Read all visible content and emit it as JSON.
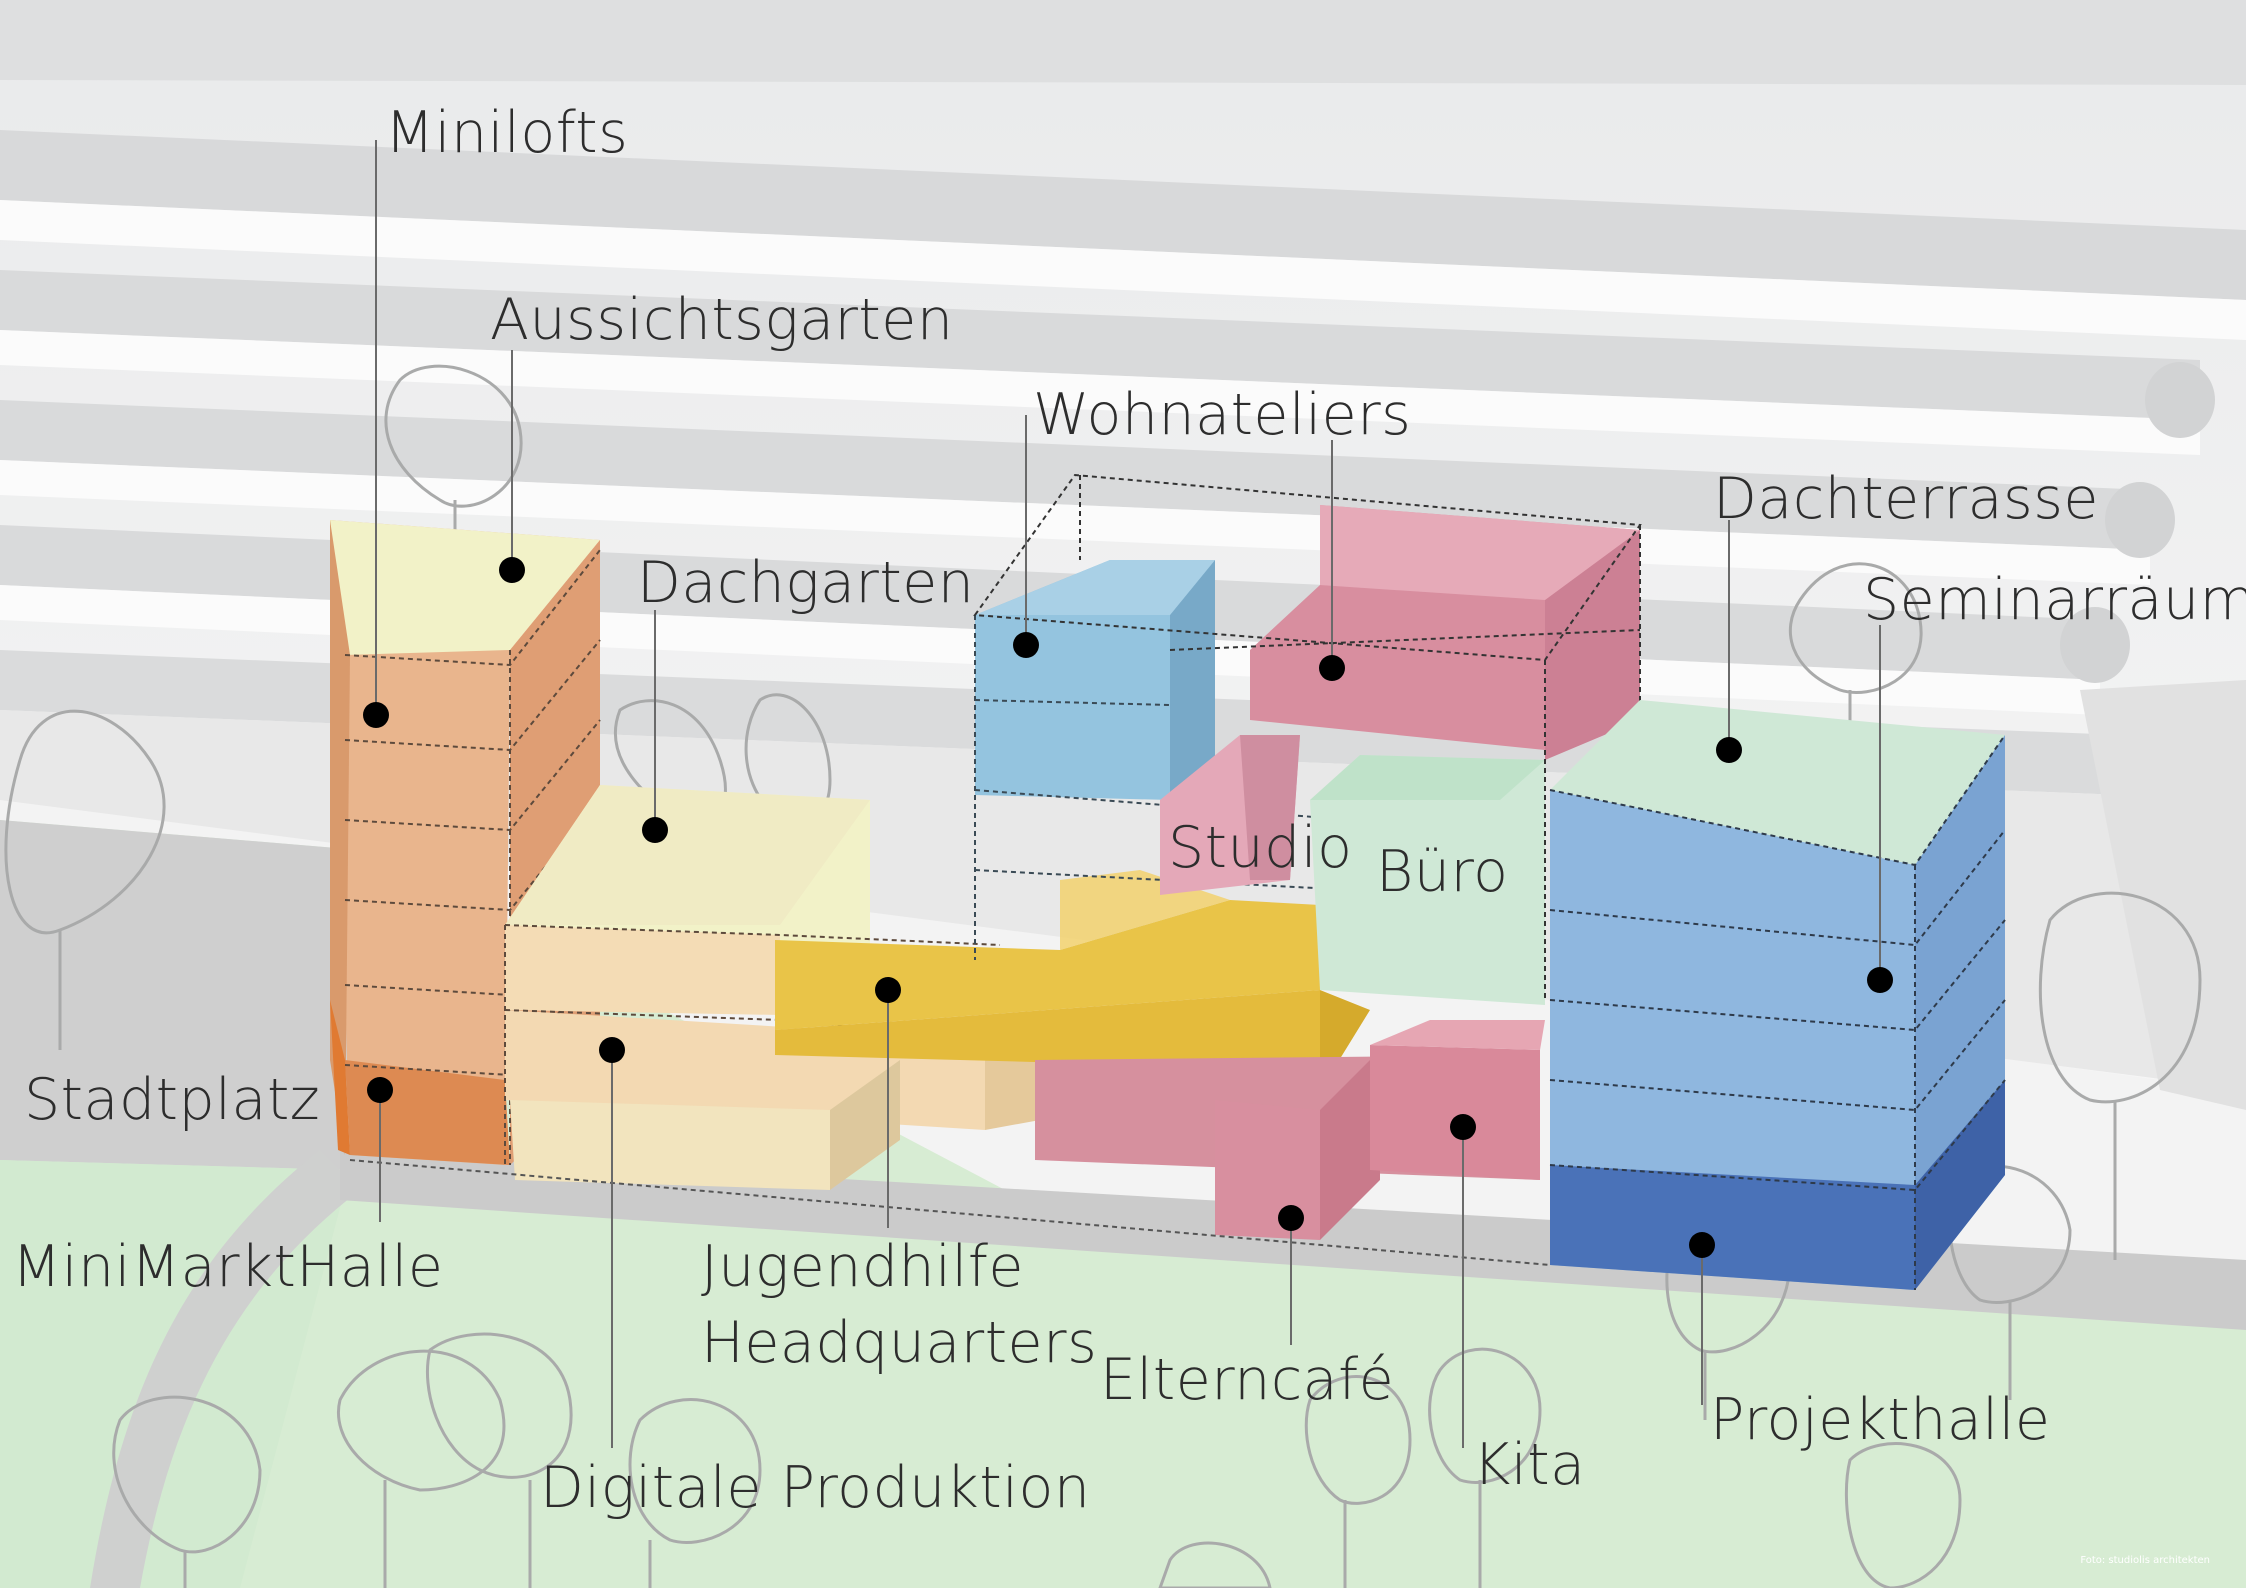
{
  "labels": {
    "minilofts": "Minilofts",
    "aussichtsgarten": "Aussichtsgarten",
    "wohnateliers": "Wohnateliers",
    "dachgarten": "Dachgarten",
    "dachterrasse": "Dachterrasse",
    "seminarraeume": "Seminarräume",
    "studio": "Studio",
    "buero": "Büro",
    "stadtplatz": "Stadtplatz",
    "minimarkthalle": "MiniMarktHalle",
    "jugendhilfe_line1": "Jugendhilfe",
    "jugendhilfe_line2": "Headquarters",
    "elterncafe": "Elterncafé",
    "kita": "Kita",
    "projekthalle": "Projekthalle",
    "digitale_produktion": "Digitale Produktion"
  },
  "credit": "Foto: studiolis architekten",
  "colors": {
    "ground_green": "#d7ecd3",
    "path_grey": "#c9c9c9",
    "apricot": "#e9b58d",
    "orange": "#dd8a52",
    "cream": "#f3e0b8",
    "pale_yellow": "#f2f2c8",
    "yellow": "#e8c24a",
    "blue": "#8fc0dc",
    "pink": "#dc94a5",
    "mint": "#cfe8d6",
    "deep_blue": "#4a72b8"
  }
}
